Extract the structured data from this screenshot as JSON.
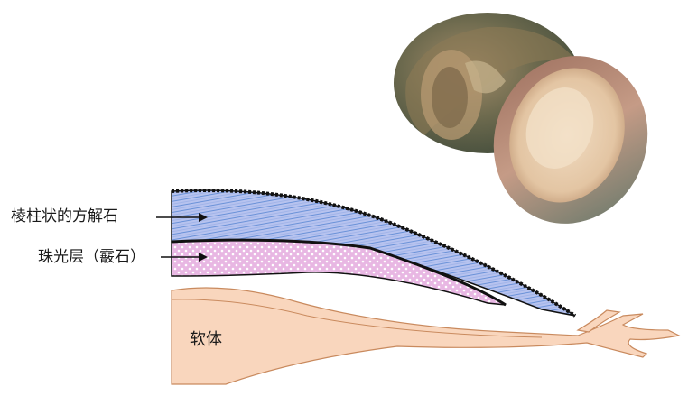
{
  "labels": {
    "calcite_layer": "棱柱状的方解石",
    "nacre_layer": "珠光层（霰石）",
    "soft_body": "软体"
  },
  "colors": {
    "calcite_fill": "#b7c3ef",
    "calcite_stripe": "#4b7fcf",
    "nacre_fill": "#e8b7e3",
    "soft_body_fill": "#f9d6bd",
    "soft_body_stroke": "#c98a5e",
    "outline": "#111111"
  },
  "illustration": {
    "subject": "abalone shells (photo)",
    "icon": "abalone-shell-icon"
  }
}
